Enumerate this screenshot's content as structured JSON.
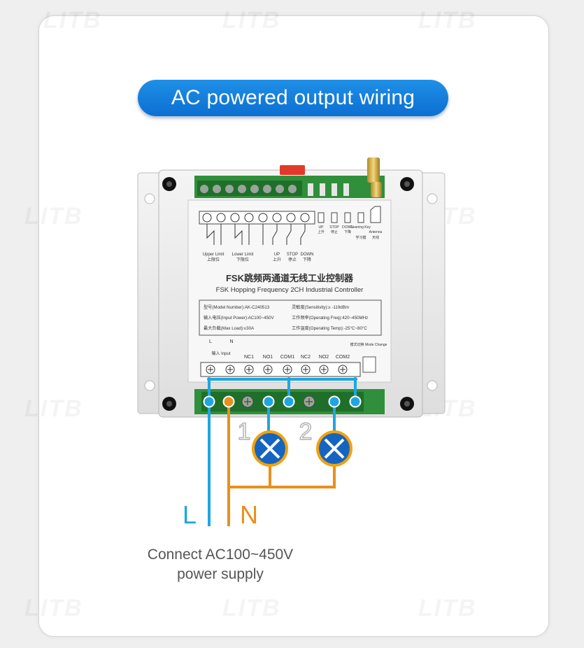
{
  "banner": {
    "title": "AC powered output wiring"
  },
  "watermark": "LITB",
  "device": {
    "title_cn": "FSK跳频两通道无线工业控制器",
    "title_en": "FSK Hopping Frequency 2CH Industrial Controller",
    "top_labels": {
      "upper_limit": "Upper Limit",
      "upper_limit_cn": "上限位",
      "lower_limit": "Lower Limit",
      "lower_limit_cn": "下限位",
      "up": "UP",
      "up_cn": "上升",
      "stop": "STOP",
      "stop_cn": "停止",
      "down": "DOWN",
      "down_cn": "下降"
    },
    "button_labels": {
      "up": "UP",
      "up_cn": "上升",
      "stop": "STOP",
      "stop_cn": "停止",
      "down": "DOWN",
      "down_cn": "下降",
      "learning": "Leaning Key",
      "learning_cn": "学习键",
      "antenna": "Antenna",
      "antenna_cn": "天线"
    },
    "specs": {
      "model": "型号(Model Number):AK-C240513",
      "sensitivity": "灵敏度(Sensitivity):≥ -119dBm",
      "input_power": "输入电压(Input Power):AC100~450V",
      "freq": "工作频率(Operating Freq):420~450MHz",
      "max_load": "最大负载(Max Load):≤30A",
      "temp": "工作温度(Operating Temp):-25°C~80°C"
    },
    "bottom_labels": {
      "l": "L",
      "n": "N",
      "input": "输入 Input",
      "nc1": "NC1",
      "no1": "NO1",
      "com1": "COM1",
      "nc2": "NC2",
      "no2": "NO2",
      "com2": "COM2",
      "mode": "模式切换 Mode Change"
    }
  },
  "wiring": {
    "channel1": "1",
    "channel2": "2",
    "l_label": "L",
    "n_label": "N",
    "colors": {
      "live": "#1fa6e0",
      "neutral": "#e8901c",
      "lamp": "#1565c0",
      "lamp_ring": "#f2a20c"
    }
  },
  "caption": {
    "line1": "Connect AC100~450V",
    "line2": "power supply"
  }
}
